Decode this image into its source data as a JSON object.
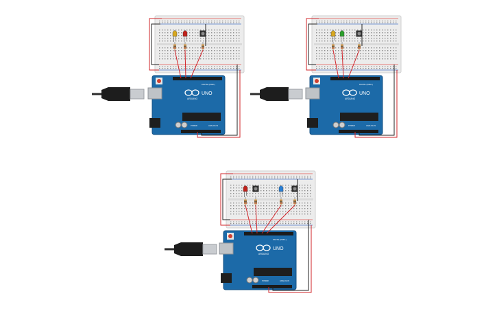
{
  "canvas": {
    "background": "#ffffff"
  },
  "colors": {
    "board": "#1c6aa8",
    "board_dark": "#145083",
    "breadboard": "#ececec",
    "breadboard_rail_red": "#e0554f",
    "breadboard_rail_blue": "#4c79c7",
    "wire_red": "#d1242a",
    "wire_black": "#222222",
    "resistor": "#d9b77c",
    "usb_cable": "#2c2c2c"
  },
  "circuits": [
    {
      "board_label": "UNO",
      "board_brand": "ARDUINO",
      "board_pin_labels": [
        "DIGITAL (PWM~)",
        "POWER",
        "ANALOG IN"
      ],
      "components": [
        {
          "kind": "led",
          "color": "#d8a820",
          "icon": "led-icon"
        },
        {
          "kind": "led",
          "color": "#c0221c",
          "icon": "led-icon"
        },
        {
          "kind": "button",
          "icon": "push-button-icon"
        }
      ]
    },
    {
      "board_label": "UNO",
      "board_brand": "ARDUINO",
      "board_pin_labels": [
        "DIGITAL (PWM~)",
        "POWER",
        "ANALOG IN"
      ],
      "components": [
        {
          "kind": "led",
          "color": "#d8a820",
          "icon": "led-icon"
        },
        {
          "kind": "led",
          "color": "#2ca02c",
          "icon": "led-icon"
        },
        {
          "kind": "button",
          "icon": "push-button-icon"
        }
      ]
    },
    {
      "board_label": "UNO",
      "board_brand": "ARDUINO",
      "board_pin_labels": [
        "DIGITAL (PWM~)",
        "POWER",
        "ANALOG IN"
      ],
      "components": [
        {
          "kind": "led",
          "color": "#c0221c",
          "icon": "led-icon"
        },
        {
          "kind": "button",
          "icon": "push-button-icon"
        },
        {
          "kind": "led",
          "color": "#2a7fd4",
          "icon": "led-icon"
        },
        {
          "kind": "button",
          "icon": "push-button-icon"
        }
      ]
    }
  ]
}
